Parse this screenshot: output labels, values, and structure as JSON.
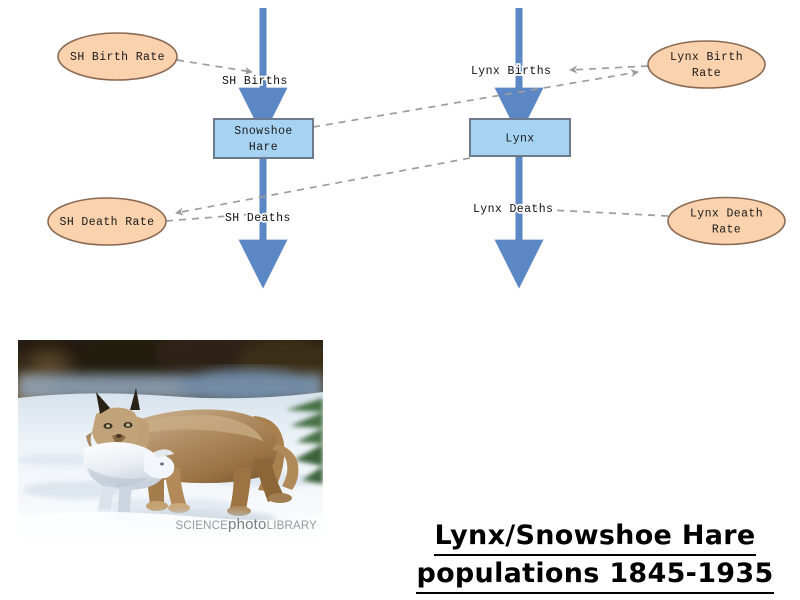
{
  "diagram": {
    "stocks": [
      {
        "id": "snowshoe-hare",
        "label_line1": "Snowshoe",
        "label_line2": "Hare"
      },
      {
        "id": "lynx",
        "label_line1": "Lynx",
        "label_line2": ""
      }
    ],
    "rates": [
      {
        "id": "sh-birth-rate",
        "label_line1": "SH Birth Rate",
        "label_line2": ""
      },
      {
        "id": "sh-death-rate",
        "label_line1": "SH Death Rate",
        "label_line2": ""
      },
      {
        "id": "lynx-birth-rate",
        "label_line1": "Lynx Birth",
        "label_line2": "Rate"
      },
      {
        "id": "lynx-death-rate",
        "label_line1": "Lynx Death",
        "label_line2": "Rate"
      }
    ],
    "flows": [
      {
        "id": "sh-births",
        "label": "SH Births"
      },
      {
        "id": "sh-deaths",
        "label": "SH Deaths"
      },
      {
        "id": "lynx-births",
        "label": "Lynx Births"
      },
      {
        "id": "lynx-deaths",
        "label": "Lynx Deaths"
      }
    ],
    "colors": {
      "stock_fill": "#a6d3f2",
      "stock_stroke": "#6b7a8c",
      "rate_fill": "#fad2ae",
      "rate_stroke": "#8a6a53",
      "flow_pipe": "#5b87c4",
      "link_line": "#9d9d9d"
    }
  },
  "photo": {
    "alt": "Canada lynx carrying a snowshoe hare across snow",
    "watermark_part1": "SCIENCE",
    "watermark_part2": "photo",
    "watermark_part3": "LIBRARY"
  },
  "caption": {
    "line1": "Lynx/Snowshoe Hare",
    "line2": "populations 1845-1935"
  }
}
